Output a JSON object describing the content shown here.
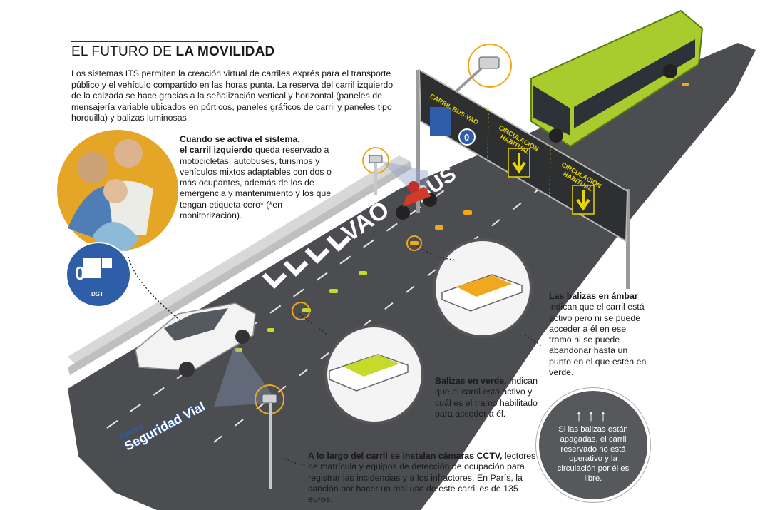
{
  "header": {
    "title_normal": "EL FUTURO DE ",
    "title_bold": "LA MOVILIDAD"
  },
  "intro": "Los sistemas ITS permiten la creación virtual de carriles exprés para el transporte público y el vehículo compartido en las horas punta. La reserva del carril izquierdo de la calzada se hace gracias a la señalización vertical y horizontal (paneles de mensajería variable ubicados en pórticos, paneles gráficos de carril y paneles tipo horquilla) y balizas luminosas.",
  "annotations": {
    "sistema": {
      "bold1": "Cuando se activa el sistema,",
      "bold2": "el carril izquierdo",
      "text": " queda reservado a motocicletas, autobuses, turismos y vehículos mixtos adaptables con dos o más ocupantes, además de los de emergencia y mantenimiento y los que tengan etiqueta cero* (*en monitorización)."
    },
    "ambar": {
      "bold": "Las balizas en ámbar",
      "text": " indican que el carril está activo pero ni se puede acceder a él en ese tramo ni se puede abandonar hasta un punto en el que estén en verde."
    },
    "verde": {
      "bold": "Balizas en verde.",
      "text": " Indican que el carril está activo y cuál es el tramo habilitado para acceder a él."
    },
    "cctv": {
      "bold": "A lo largo del carril se instalan cámaras CCTV,",
      "text": " lectores de matrícula y equipos de detección de ocupación para registrar las incidencias y a los infractores. En París, la sanción por hacer un mal uso de este carril es de 135 euros."
    },
    "apagadas": {
      "arrows": "↑↑↑",
      "text": "Si las balizas están apagadas, el carril reservado no está operativo y la circulación por él es libre."
    }
  },
  "gantry": {
    "lane_label": "CARRIL BUS-VAO",
    "panel2": "CIRCULACIÓN HABITUAL",
    "panel3": "CIRCULACIÓN HABITUAL",
    "zero_label": "0"
  },
  "road": {
    "bus_marking": "BUS",
    "vao_marking": "VAO"
  },
  "label_zero": {
    "digit": "0",
    "brand": "DGT"
  },
  "logo": {
    "line1": "Revista",
    "line2": "Seguridad Vial"
  },
  "colors": {
    "road": "#4b4d51",
    "bus": "#a8cc2e",
    "amber": "#f0a81f",
    "green": "#c6da2a",
    "gantry": "#2d2f31",
    "portrait": "#e5a527",
    "dark_circle": "#56585c"
  }
}
